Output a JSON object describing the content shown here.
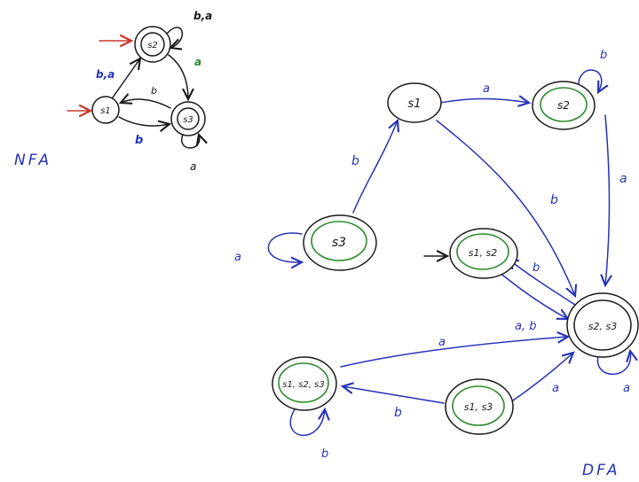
{
  "nfa": {
    "title": "NFA",
    "states": {
      "s1": "s1",
      "s2": "s2",
      "s3": "s3"
    },
    "edges": {
      "s2_loop": "b,a",
      "s1_to_s2": "b,a",
      "s2_to_s3": "a",
      "s3_to_s1": "b",
      "s1_to_s3": "b",
      "s3_loop": "a"
    },
    "colors": {
      "label_blue": "#2533b8",
      "label_green": "#2e8b2e",
      "start_arrow": "#c8392b"
    }
  },
  "dfa": {
    "title": "DFA",
    "states": {
      "s1": "s1",
      "s2": "s2",
      "s3": "s3",
      "s1s2": "s1, s2",
      "s2s3": "s2, s3",
      "s1s2s3": "s1, s2, s3",
      "s1s3": "s1, s3"
    },
    "edges": {
      "s1_to_s2": "a",
      "s2_loop": "b",
      "s2_to_s2s3": "a",
      "s1_to_s2s3": "b",
      "s3_to_s1": "b",
      "s3_loop": "a",
      "s2s3_to_s1s2": "b",
      "s1s2_to_s2s3": "a, b",
      "s1s2s3_to_s2s3": "a",
      "s1s3_to_s1s2s3": "b",
      "s1s3_to_s2s3": "a",
      "s2s3_loop": "a",
      "s1s2s3_loop": "b"
    },
    "colors": {
      "edge": "#2533b8",
      "accept_ring": "#2e8b2e",
      "node": "#1a1a1a"
    }
  }
}
